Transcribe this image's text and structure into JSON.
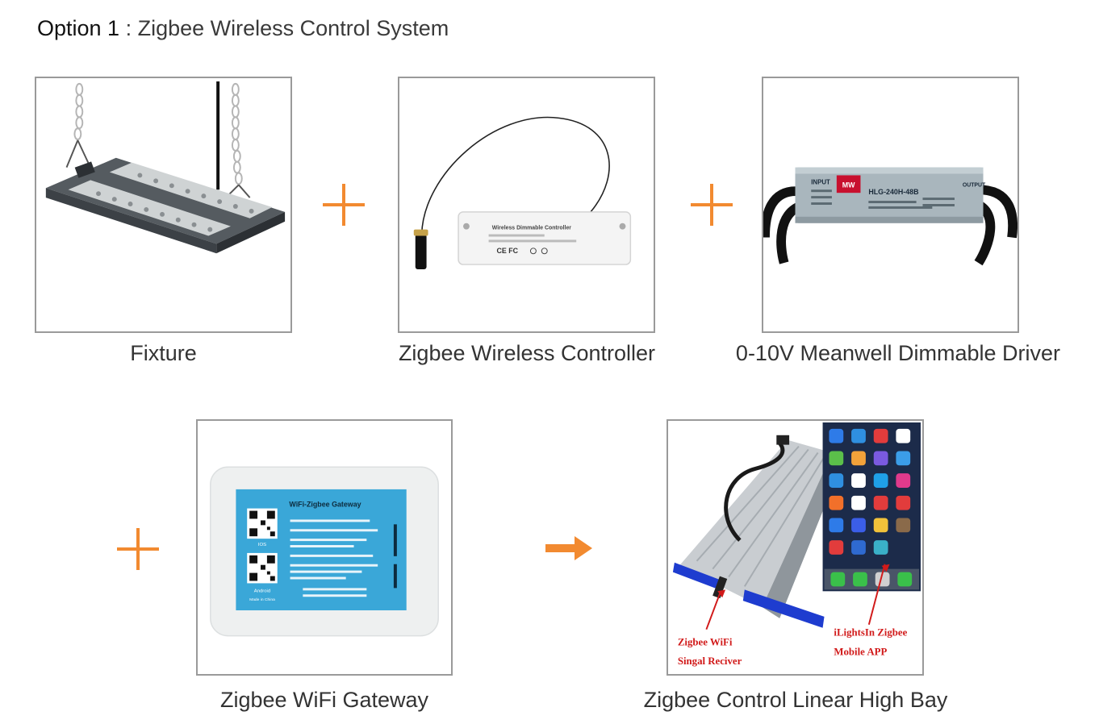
{
  "title": {
    "prefix": "Option 1",
    "separator": " : ",
    "text": "Zigbee Wireless Control System"
  },
  "items": [
    {
      "caption": "Fixture"
    },
    {
      "caption": "Zigbee Wireless Controller"
    },
    {
      "caption": "0-10V Meanwell Dimmable Driver"
    },
    {
      "caption": "Zigbee WiFi Gateway"
    },
    {
      "caption": "Zigbee Control Linear High Bay"
    }
  ],
  "controller_label": "Wireless Dimmable Controller",
  "driver_labels": {
    "input": "INPUT",
    "output": "OUTPUT",
    "model": "HLG-240H-48B",
    "brand": "MW"
  },
  "gateway_labels": {
    "heading": "WiFi-Zigbee Gateway",
    "ios": "IOS",
    "android": "Android",
    "made_in": "Made in China"
  },
  "highbay_labels": {
    "receiver_line1": "Zigbee WiFi",
    "receiver_line2": "Singal Reciver",
    "app_line1": "iLightsIn Zigbee",
    "app_line2": "Mobile APP"
  },
  "colors": {
    "accent_orange": "#f28a30",
    "label_red": "#d11a1a",
    "border": "#9a9a9a"
  }
}
